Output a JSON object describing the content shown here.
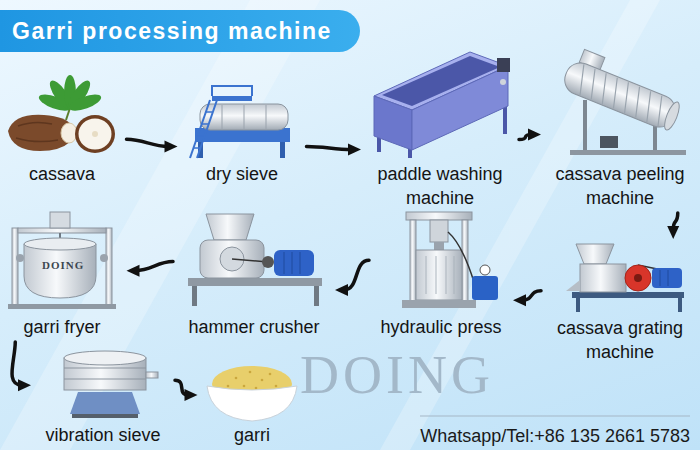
{
  "diagram": {
    "title": "Garri processing machine",
    "nodes": [
      {
        "text": [
          "cassava"
        ]
      },
      {
        "text": [
          "dry sieve"
        ]
      },
      {
        "text": [
          "paddle washing machine"
        ]
      },
      {
        "text": [
          "cassava peeling machine"
        ]
      },
      {
        "text": [
          "cassava grating machine"
        ]
      },
      {
        "text": [
          "hydraulic press"
        ]
      },
      {
        "text": [
          "hammer crusher"
        ]
      },
      {
        "text": [
          "garri fryer"
        ]
      },
      {
        "text": [
          "vibration sieve"
        ]
      },
      {
        "text": [
          "garri"
        ]
      }
    ],
    "edges": [
      {
        "from": 0,
        "to": 1,
        "arrow": "to"
      },
      {
        "from": 1,
        "to": 2,
        "arrow": "to"
      },
      {
        "from": 2,
        "to": 3,
        "arrow": "to"
      },
      {
        "from": 3,
        "to": 4,
        "arrow": "to"
      },
      {
        "from": 4,
        "to": 5,
        "arrow": "to"
      },
      {
        "from": 5,
        "to": 6,
        "arrow": "to"
      },
      {
        "from": 6,
        "to": 7,
        "arrow": "to"
      },
      {
        "from": 7,
        "to": 8,
        "arrow": "to"
      },
      {
        "from": 8,
        "to": 9,
        "arrow": "to"
      }
    ],
    "labels": [
      "DOING",
      "DOING",
      "Whatsapp/Tel:+86 135 2661 5783"
    ]
  }
}
